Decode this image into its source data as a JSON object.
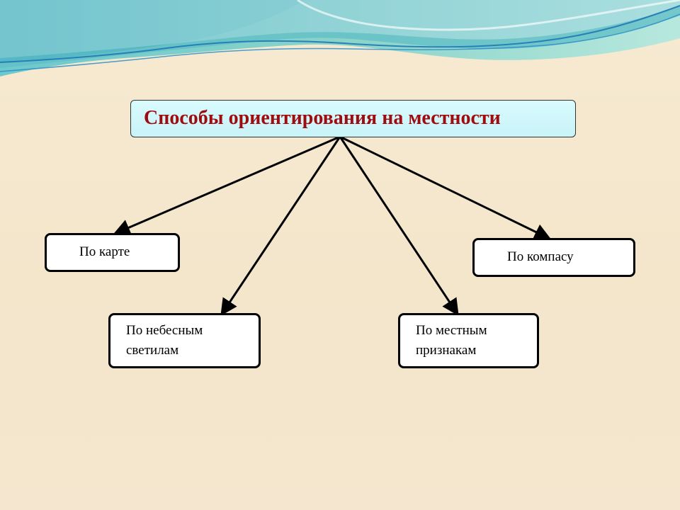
{
  "diagram": {
    "title": "Способы ориентирования на местности",
    "nodes": {
      "map": "По карте",
      "compass": "По компасу",
      "stars": {
        "line1": "По небесным",
        "line2": "светилам"
      },
      "local": {
        "line1": "По местным",
        "line2": "признакам"
      }
    }
  },
  "colors": {
    "title_text": "#9f0c10",
    "title_box": "#c8f3f8",
    "background": "#f4e6cb",
    "arrows": "#000000"
  }
}
